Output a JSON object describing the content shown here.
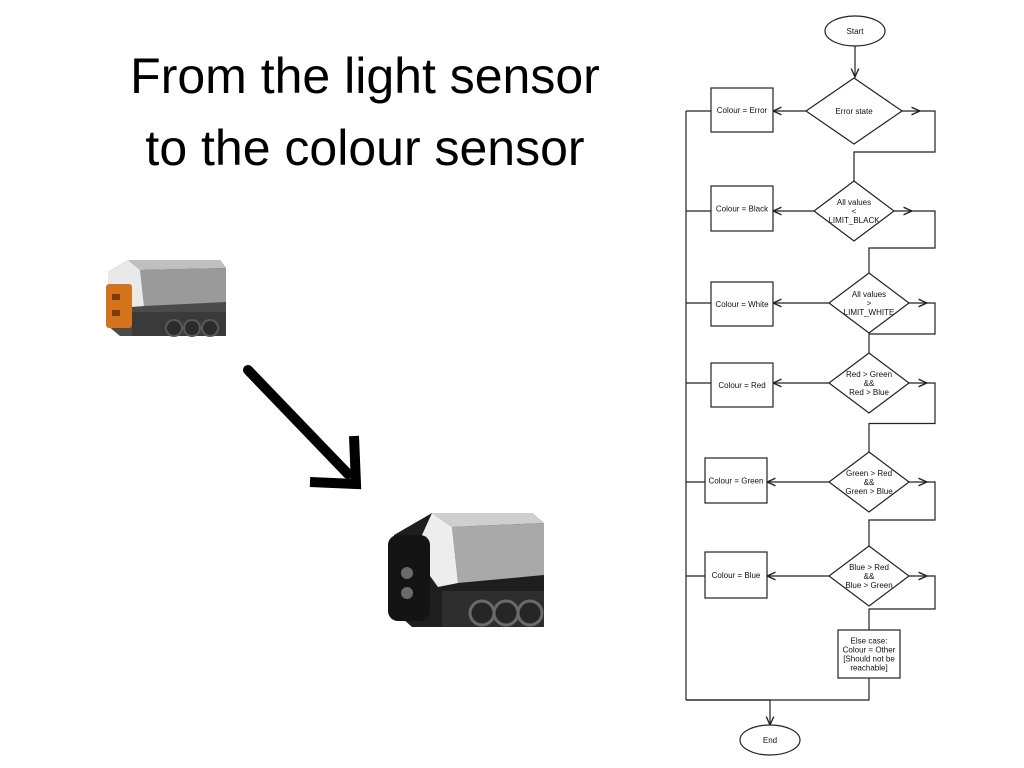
{
  "slide": {
    "title_line1": "From the light sensor",
    "title_line2": "to the colour sensor"
  },
  "images": {
    "light_sensor": "nxt-light-sensor",
    "colour_sensor": "nxt-colour-sensor",
    "arrow": "arrow-down-right-icon"
  },
  "flowchart": {
    "start": "Start",
    "end": "End",
    "decisions": [
      {
        "lines": [
          "Error state"
        ]
      },
      {
        "lines": [
          "All values",
          "<",
          "LIMIT_BLACK"
        ]
      },
      {
        "lines": [
          "All values",
          ">",
          "LIMIT_WHITE"
        ]
      },
      {
        "lines": [
          "Red > Green",
          "&&",
          "Red > Blue"
        ]
      },
      {
        "lines": [
          "Green > Red",
          "&&",
          "Green > Blue"
        ]
      },
      {
        "lines": [
          "Blue > Red",
          "&&",
          "Blue > Green"
        ]
      }
    ],
    "actions": [
      "Colour = Error",
      "Colour = Black",
      "Colour = White",
      "Colour = Red",
      "Colour = Green",
      "Colour = Blue"
    ],
    "else_box": [
      "Else case:",
      "Colour = Other",
      "[Should not be",
      "reachable]"
    ]
  }
}
